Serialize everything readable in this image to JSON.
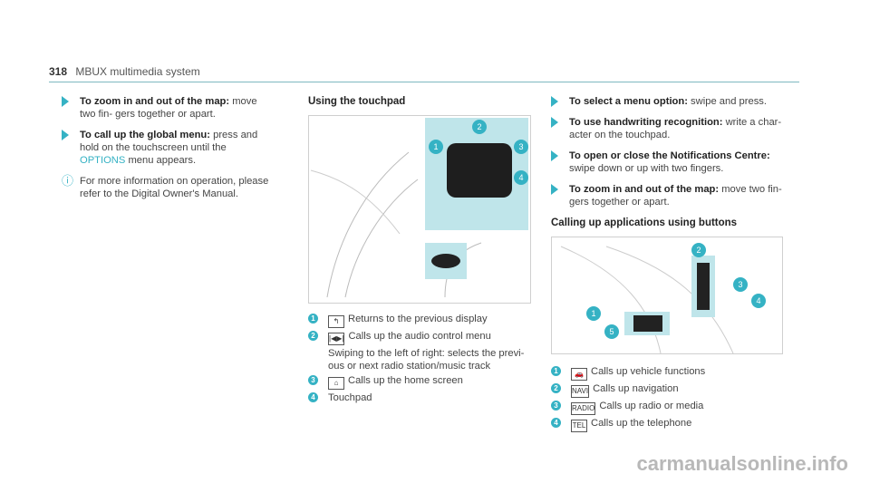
{
  "header": {
    "page_number": "318",
    "title": "MBUX multimedia system"
  },
  "col1": {
    "step1": {
      "bold": "To zoom in and out of the map:",
      "text": " move two fin- gers together or apart."
    },
    "step2": {
      "bold": "To call up the global menu:",
      "text_a": " press and hold on the touchscreen until the ",
      "accent": "OPTIONS",
      "text_b": " menu appears."
    },
    "note": "For more information on operation, please refer to the Digital Owner's Manual."
  },
  "col2": {
    "heading": "Using the touchpad",
    "items": [
      {
        "n": "1",
        "symbol": "↰",
        "text": "Returns to the previous display"
      },
      {
        "n": "2",
        "symbol": "|◀▶|",
        "text": "Calls up the audio control menu"
      },
      {
        "n": "",
        "symbol": "",
        "text": "Swiping to the left of right: selects the previ- ous or next radio station/music track"
      },
      {
        "n": "3",
        "symbol": "⌂",
        "text": "Calls up the home screen"
      },
      {
        "n": "4",
        "symbol": "",
        "text": "Touchpad"
      }
    ]
  },
  "col3": {
    "step1": {
      "bold": "To select a menu option:",
      "text": " swipe and press."
    },
    "step2": {
      "bold": "To use handwriting recognition:",
      "text": " write a char- acter on the touchpad."
    },
    "step3": {
      "bold": "To open or close the Notifications Centre:",
      "text": " swipe down or up with two fingers."
    },
    "step4": {
      "bold": "To zoom in and out of the map:",
      "text": " move two fin- gers together or apart."
    },
    "heading": "Calling up applications using buttons",
    "items": [
      {
        "n": "1",
        "symbol": "🚗",
        "text": "Calls up vehicle functions"
      },
      {
        "n": "2",
        "symbol": "NAVI",
        "text": "Calls up navigation"
      },
      {
        "n": "3",
        "symbol": "RADIO",
        "text": "Calls up radio or media"
      },
      {
        "n": "4",
        "symbol": "TEL",
        "text": "Calls up the telephone"
      }
    ]
  },
  "figure_callouts": {
    "f1": [
      "1",
      "2",
      "3",
      "4"
    ],
    "f2": [
      "1",
      "2",
      "3",
      "4",
      "5"
    ]
  },
  "watermark": "carmanualsonline.info",
  "colors": {
    "accent": "#35b2c4"
  }
}
